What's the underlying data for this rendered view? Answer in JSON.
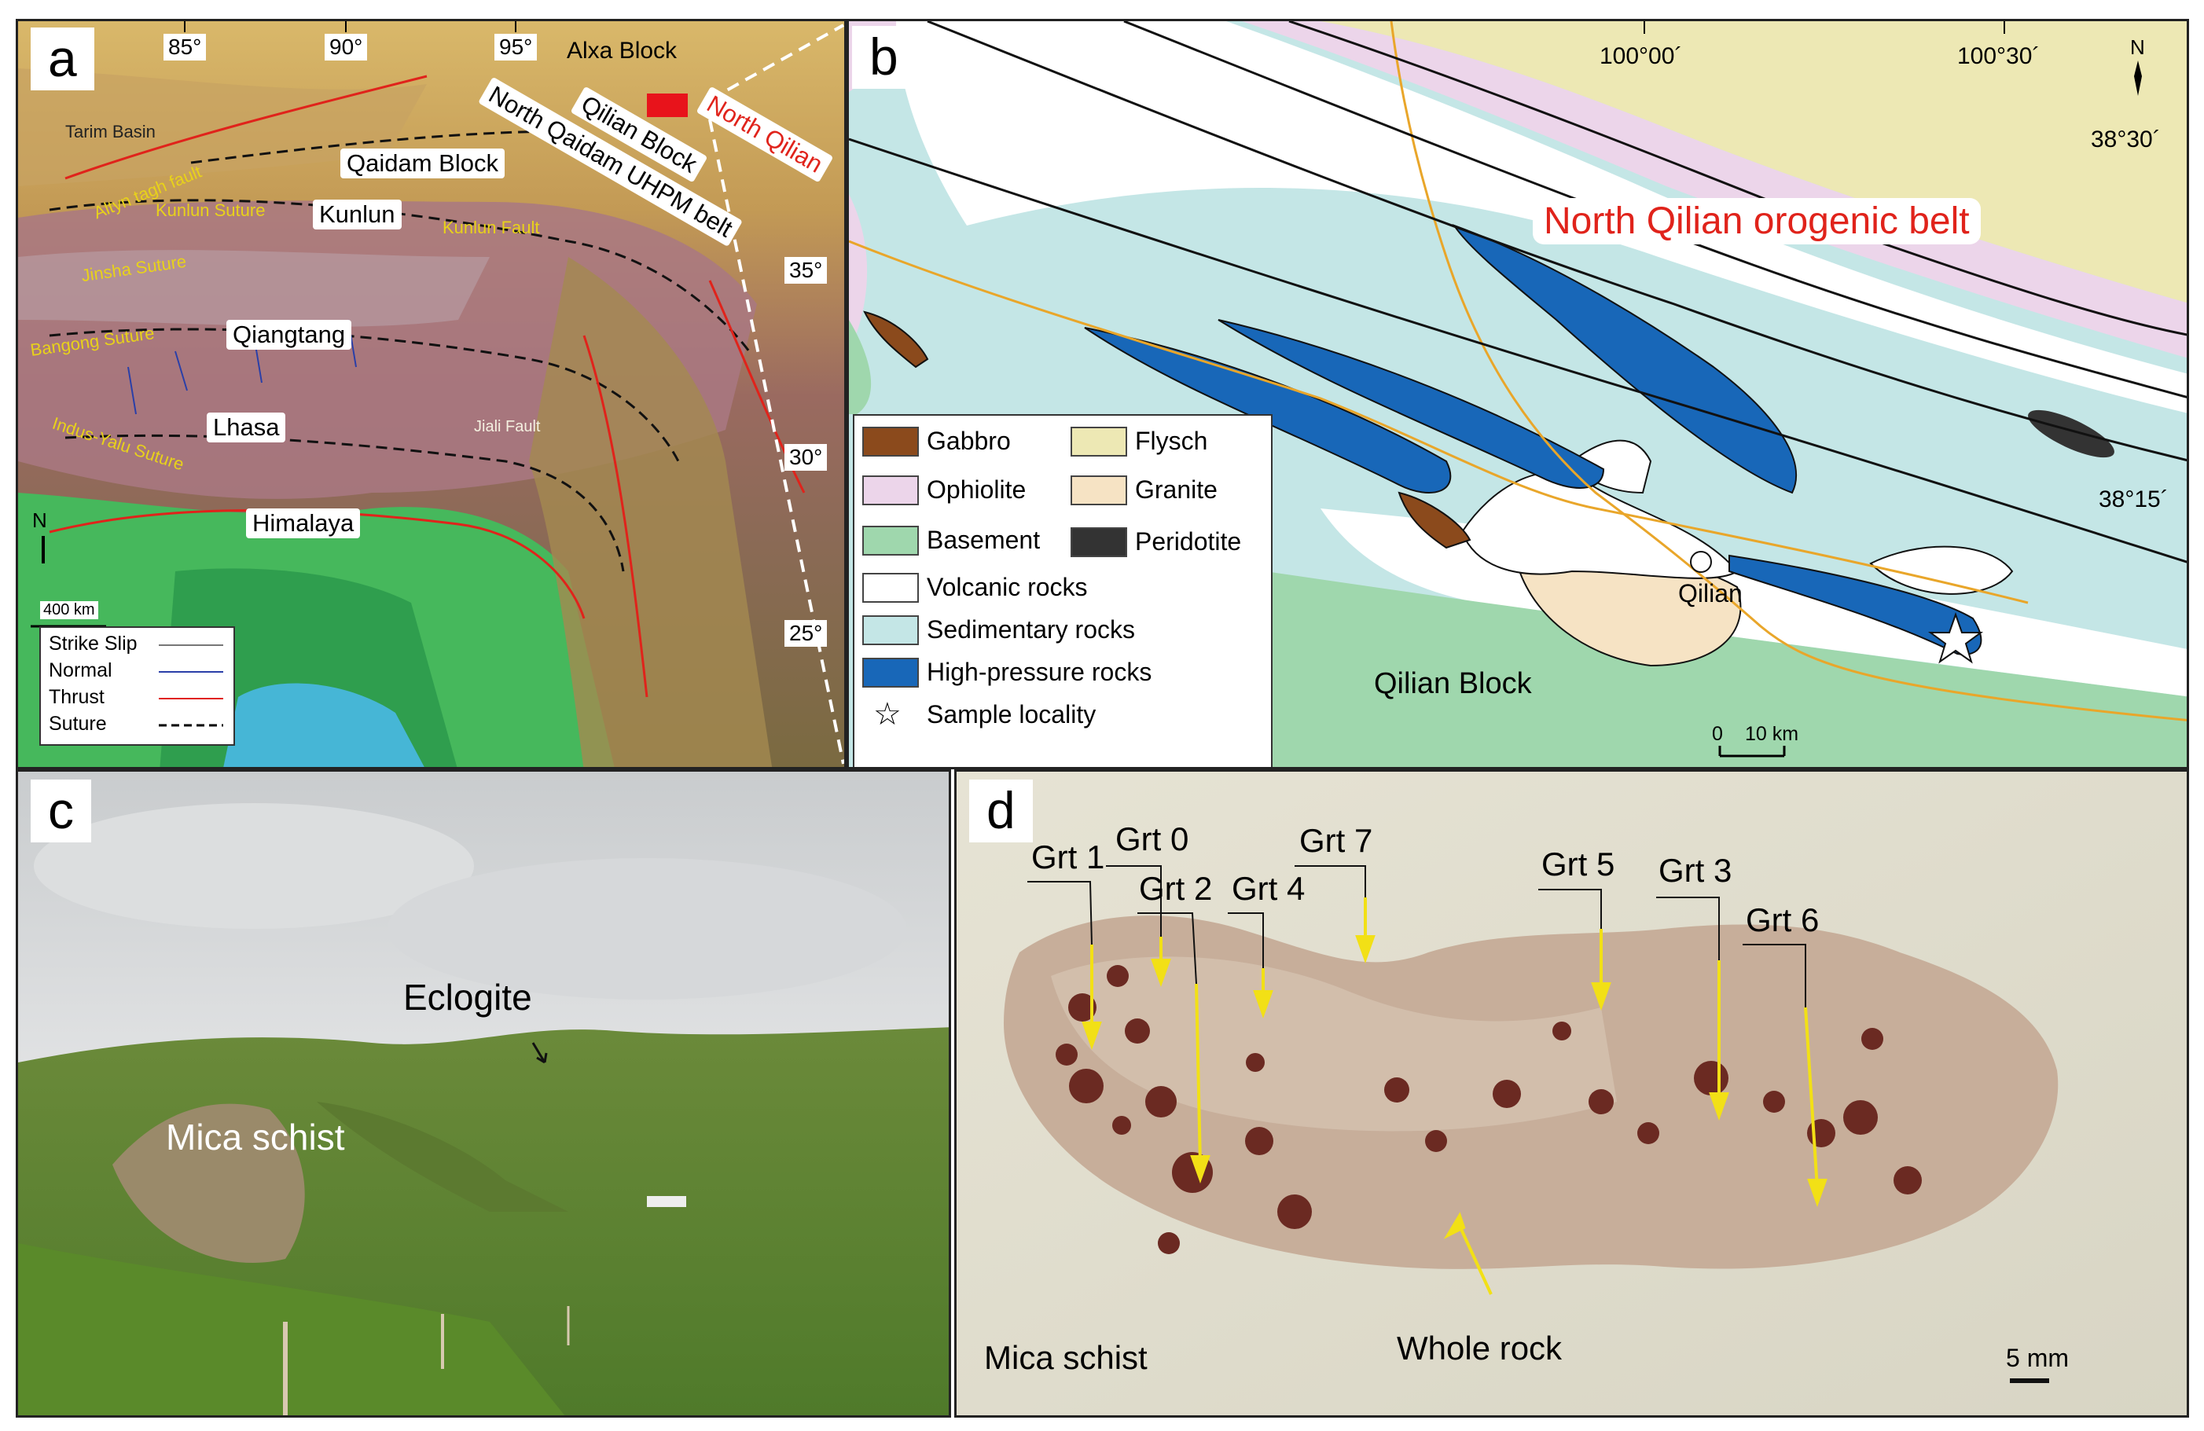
{
  "panels": {
    "a": {
      "label": "a",
      "blocks": {
        "alxa": "Alxa Block",
        "tarim": "Tarim Basin",
        "qaidam": "Qaidam Block",
        "kunlun": "Kunlun",
        "qilian_block": "Qilian Block",
        "nqd": "North Qaidam UHPM belt",
        "north_qilian": "North Qilian",
        "qiangtang": "Qiangtang",
        "lhasa": "Lhasa",
        "himalaya": "Himalaya"
      },
      "faults": {
        "altyn": "Altyn tagh fault",
        "kunlun_suture": "Kunlun Suture",
        "kunlun_fault": "Kunlun Fault",
        "jinsha": "Jinsha Suture",
        "bangong": "Bangong Suture",
        "indus": "Indus-Yalu Suture",
        "jiali": "Jiali Fault"
      },
      "lon_ticks": [
        "85°",
        "90°",
        "95°"
      ],
      "lat_ticks": [
        "35°",
        "30°",
        "25°"
      ],
      "north": "N",
      "scale": "400 km",
      "legend": [
        {
          "label": "Strike Slip",
          "color": "#777777"
        },
        {
          "label": "Normal",
          "color": "#2a3fa8"
        },
        {
          "label": "Thrust",
          "color": "#e0231b"
        },
        {
          "label": "Suture",
          "color": "#000000"
        }
      ]
    },
    "b": {
      "label": "b",
      "title": "North Qilian orogenic belt",
      "lon1": "100°00´",
      "lon2": "100°30´",
      "lat1": "38°30´",
      "lat2": "38°15´",
      "north": "N",
      "qilian_town": "Qilian",
      "qilian_block": "Qilian Block",
      "scale_0": "0",
      "scale_10": "10 km",
      "legend": [
        {
          "label": "Gabbro",
          "color": "#8b4a1c"
        },
        {
          "label": "Flysch",
          "color": "#ede8b4"
        },
        {
          "label": "Ophiolite",
          "color": "#ecd5ea"
        },
        {
          "label": "Granite",
          "color": "#f6e3c4"
        },
        {
          "label": "Basement",
          "color": "#9fd7ad"
        },
        {
          "label": "Peridotite",
          "color": "#333333"
        },
        {
          "label": "Volcanic rocks",
          "color": "#ffffff"
        },
        {
          "label": "Sedimentary rocks",
          "color": "#c4e6e6"
        },
        {
          "label": "High-pressure rocks",
          "color": "#1867b8"
        },
        {
          "label": "Sample locality",
          "color": "#ffffff"
        }
      ]
    },
    "c": {
      "label": "c",
      "eclogite": "Eclogite",
      "mica": "Mica schist"
    },
    "d": {
      "label": "d",
      "garnets": [
        "Grt 1",
        "Grt 0",
        "Grt 2",
        "Grt 4",
        "Grt 7",
        "Grt 5",
        "Grt 3",
        "Grt 6"
      ],
      "whole_rock": "Whole rock",
      "mica": "Mica schist",
      "scale": "5 mm"
    }
  }
}
